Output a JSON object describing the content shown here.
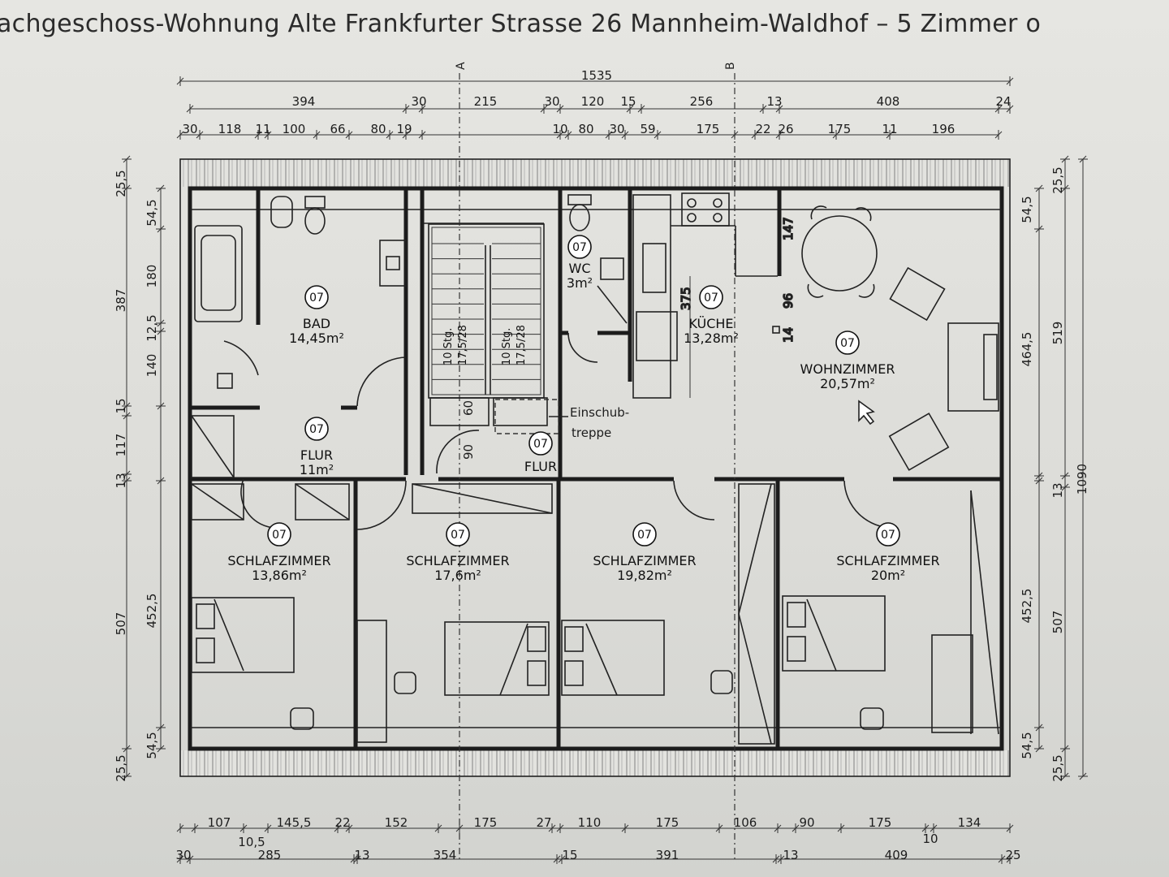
{
  "title": "achgeschoss-Wohnung  Alte Frankfurter Strasse 26 Mannheim-Waldhof – 5 Zimmer o",
  "axes": [
    "A",
    "B"
  ],
  "rooms": [
    {
      "id": "bad",
      "name": "BAD",
      "area": "14,45m²",
      "code": "07"
    },
    {
      "id": "wc",
      "name": "WC",
      "area": "3m²",
      "code": "07"
    },
    {
      "id": "kueche",
      "name": "KÜCHE",
      "area": "13,28m²",
      "code": "07"
    },
    {
      "id": "wohnzimmer",
      "name": "WOHNZIMMER",
      "area": "20,57m²",
      "code": "07"
    },
    {
      "id": "flur1",
      "name": "FLUR",
      "area": "11m²",
      "code": "07"
    },
    {
      "id": "flur2",
      "name": "FLUR",
      "area": "",
      "code": "07"
    },
    {
      "id": "schlaf1",
      "name": "SCHLAFZIMMER",
      "area": "13,86m²",
      "code": "07"
    },
    {
      "id": "schlaf2",
      "name": "SCHLAFZIMMER",
      "area": "17,6m²",
      "code": "07"
    },
    {
      "id": "schlaf3",
      "name": "SCHLAFZIMMER",
      "area": "19,82m²",
      "code": "07"
    },
    {
      "id": "schlaf4",
      "name": "SCHLAFZIMMER",
      "area": "20m²",
      "code": "07"
    }
  ],
  "stair": {
    "left": "10 Stg.",
    "left_sub": "17,5/28",
    "right": "10 Stg.",
    "right_sub": "17,5/28",
    "einschub1": "Einschub-",
    "einschub2": "treppe"
  },
  "dims_top_total": "1535",
  "dims_top_row1": [
    "394",
    "30",
    "215",
    "30",
    "120",
    "15",
    "256",
    "13",
    "408",
    "24"
  ],
  "dims_top_row2": [
    "30",
    "118",
    "11",
    "100",
    "66",
    "80",
    "19",
    "10",
    "80",
    "30",
    "59",
    "175",
    "22",
    "26",
    "175",
    "11",
    "196"
  ],
  "dims_bottom_row1": [
    "107",
    "10,5",
    "145,5",
    "22",
    "152",
    "175",
    "27",
    "110",
    "175",
    "106",
    "90",
    "175",
    "10",
    "134"
  ],
  "dims_bottom_row2": [
    "30",
    "285",
    "13",
    "354",
    "15",
    "391",
    "13",
    "409",
    "25"
  ],
  "dims_left_outer": [
    "25,5",
    "387",
    "15",
    "117",
    "13",
    "507",
    "25,5"
  ],
  "dims_left_inner": [
    "54,5",
    "180",
    "12,5",
    "140",
    "452,5",
    "54,5"
  ],
  "dims_right_outer": [
    "25,5",
    "519",
    "13",
    "507",
    "25,5"
  ],
  "dims_right_inner": [
    "54,5",
    "464,5",
    "452,5",
    "54,5"
  ],
  "dims_right_total": "1090",
  "dims_misc": [
    "375",
    "147",
    "96",
    "14",
    "60",
    "90"
  ]
}
